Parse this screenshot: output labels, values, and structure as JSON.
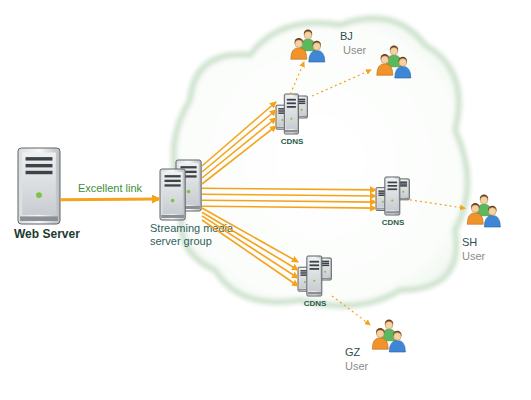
{
  "diagram": {
    "nodes": [
      {
        "text": [
          "Web Server"
        ]
      },
      {
        "text": [
          "Streaming media server group"
        ]
      },
      {
        "text": [
          "CDNS"
        ]
      },
      {
        "text": [
          "CDNS"
        ]
      },
      {
        "text": [
          "CDNS"
        ]
      },
      {
        "text": [
          "BJ",
          "User"
        ]
      },
      {
        "text": [
          "SH",
          "User"
        ]
      },
      {
        "text": [
          "GZ",
          "User"
        ]
      }
    ],
    "edges": [
      {
        "from": 0,
        "to": 1,
        "label": "Excellent link",
        "arrow": "to"
      },
      {
        "from": 1,
        "to": 2,
        "arrow": "to"
      },
      {
        "from": 1,
        "to": 3,
        "arrow": "to"
      },
      {
        "from": 1,
        "to": 4,
        "arrow": "to"
      },
      {
        "from": 2,
        "to": 5,
        "arrow": "to"
      },
      {
        "from": 3,
        "to": 6,
        "arrow": "to"
      },
      {
        "from": 4,
        "to": 7,
        "arrow": "to"
      }
    ]
  }
}
